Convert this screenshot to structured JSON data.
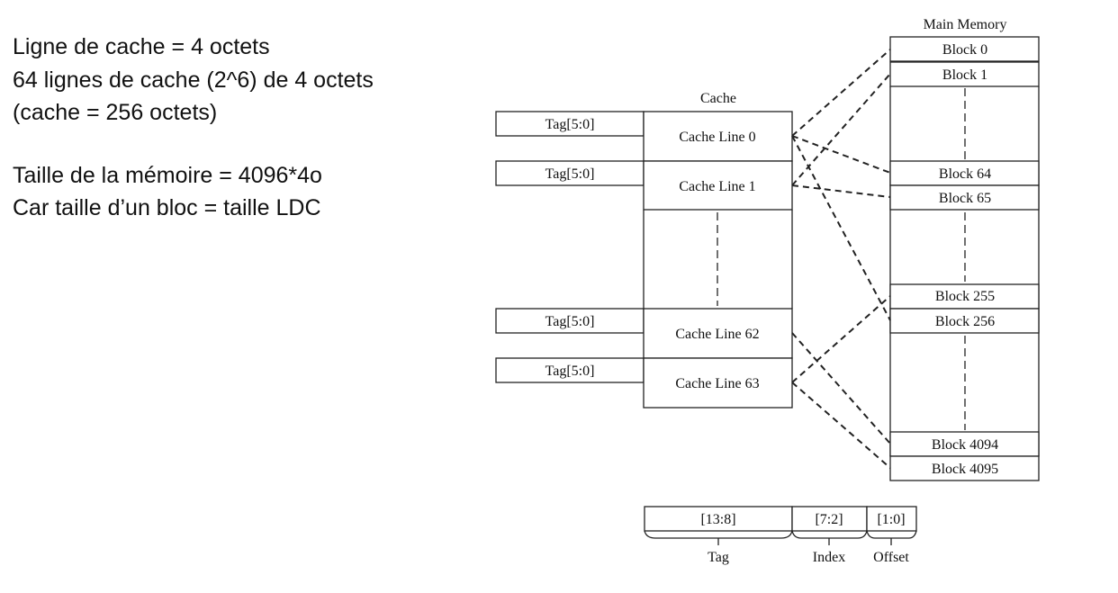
{
  "notes": [
    "Ligne de cache = 4 octets",
    "64 lignes de cache (2^6) de 4 octets",
    "(cache = 256 octets)",
    "Taille de la mémoire = 4096*4o",
    "Car taille d’un bloc = taille LDC"
  ],
  "diagram": {
    "cache_title": "Cache",
    "memory_title": "Main Memory",
    "tag_label": "Tag[5:0]",
    "cache_lines": [
      "Cache Line 0",
      "Cache Line 1",
      "Cache Line 62",
      "Cache Line 63"
    ],
    "blocks": [
      "Block 0",
      "Block 1",
      "Block 64",
      "Block 65",
      "Block 255",
      "Block 256",
      "Block 4094",
      "Block 4095"
    ],
    "address": {
      "fields": [
        "[13:8]",
        "[7:2]",
        "[1:0]"
      ],
      "labels": [
        "Tag",
        "Index",
        "Offset"
      ]
    }
  }
}
